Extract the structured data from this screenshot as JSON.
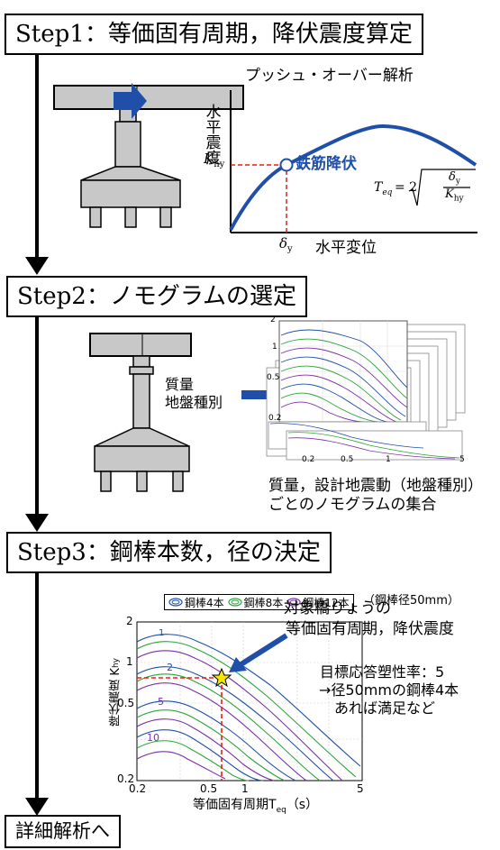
{
  "steps": {
    "step1": "Step1：等価固有周期，降伏震度算定",
    "step2": "Step2：ノモグラムの選定",
    "step3": "Step3：鋼棒本数，径の決定",
    "final": "詳細解析へ"
  },
  "pushover": {
    "title": "プッシュ・オーバー解析",
    "ylabel": "水平震度",
    "xlabel": "水平変位",
    "khy": "K",
    "khy_sub": "hy",
    "dy": "δ",
    "dy_sub": "y",
    "yield_label": "鉄筋降伏",
    "formula_lhs": "T",
    "formula_lhs_sub": "eq",
    "formula_mid": "= 2",
    "formula_num": "δ",
    "formula_num_sub": "y",
    "formula_den": "K",
    "formula_den_sub": "hy"
  },
  "step2": {
    "inputs_line1": "質量",
    "inputs_line2": "地盤種別",
    "caption_line1": "質量，設計地震動（地盤種別）",
    "caption_line2": "ごとのノモグラムの集合",
    "stack_ticks_y": [
      "2",
      "1",
      "0.5",
      "0.2"
    ],
    "stack_ticks_x": [
      "0.2",
      "0.5",
      "1",
      "5"
    ]
  },
  "nomogram": {
    "legend": [
      "鋼棒4本",
      "鋼棒8本",
      "鋼棒12本"
    ],
    "legend_note": "（鋼棒径50mm）",
    "ylabel": "降伏震度 K",
    "ylabel_sub": "hy",
    "xlabel": "等価固有周期T",
    "xlabel_sub": "eq",
    "xlabel_unit": "（s）",
    "yticks": [
      "2",
      "1",
      "0.5",
      "0.2"
    ],
    "xticks": [
      "0.2",
      "0.5",
      "1",
      "5"
    ],
    "annotation_line1": "対象橋りょうの",
    "annotation_line2": "等価固有周期，降伏震度",
    "result_line1": "目標応答塑性率：5",
    "result_line2": "→径50mmの鋼棒4本",
    "result_line3": "あれば満足など",
    "contour_labels": [
      "1",
      "2",
      "5",
      "10"
    ]
  },
  "colors": {
    "blue": "#1f4fa8",
    "green": "#2aa637",
    "purple": "#7a2ea8",
    "red": "#e0201b",
    "pier": "#c8c8c8"
  }
}
